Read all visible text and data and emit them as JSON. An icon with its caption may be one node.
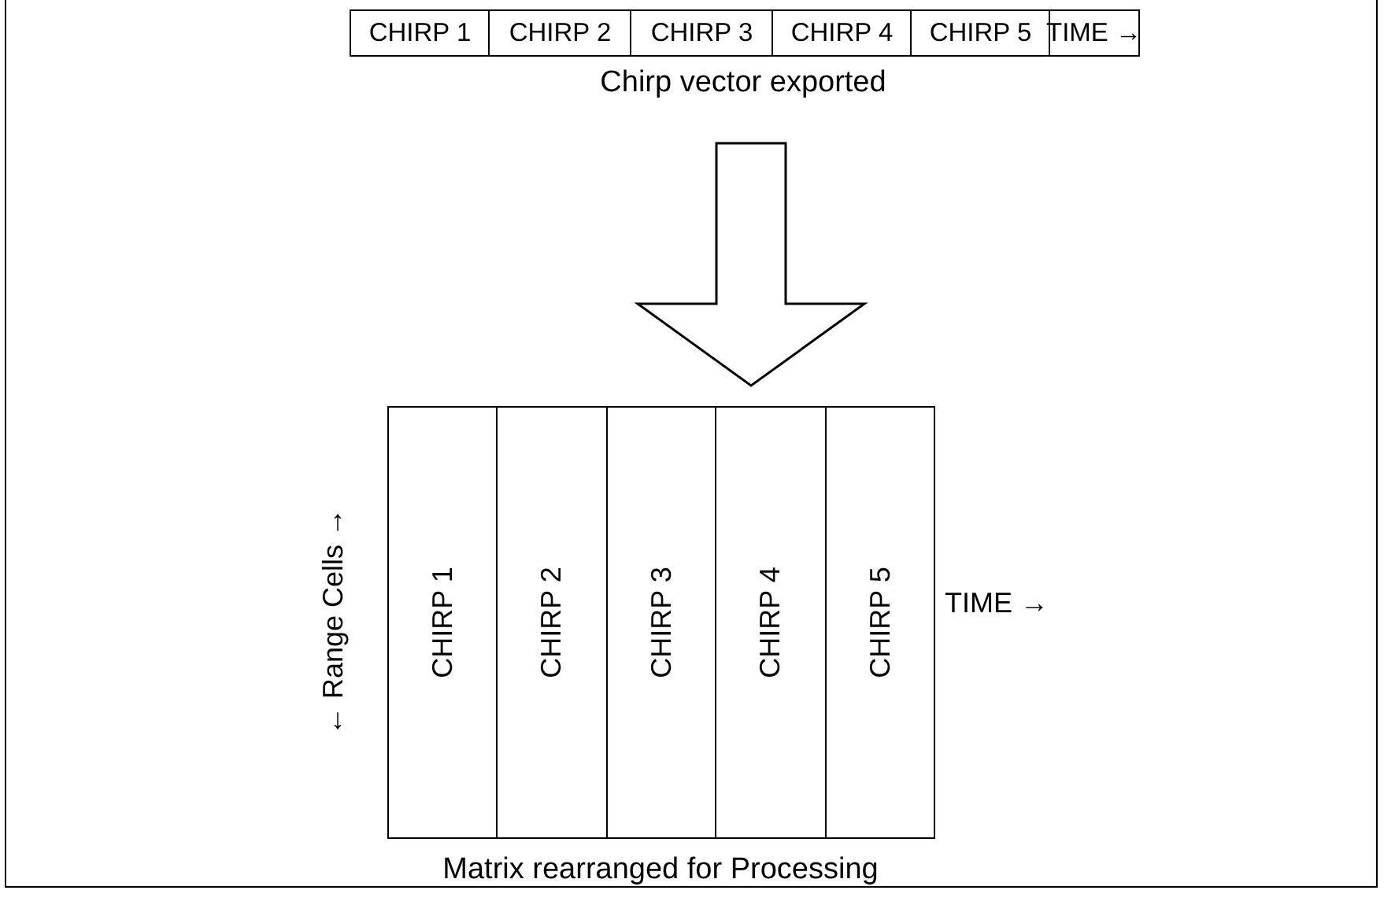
{
  "diagram": {
    "nodes": [
      {
        "text": [
          "Chirp vector exported"
        ]
      },
      {
        "text": [
          "CHIRP 1"
        ],
        "in": 0
      },
      {
        "text": [
          "CHIRP 2"
        ],
        "in": 0
      },
      {
        "text": [
          "CHIRP 3"
        ],
        "in": 0
      },
      {
        "text": [
          "CHIRP 4"
        ],
        "in": 0
      },
      {
        "text": [
          "CHIRP 5"
        ],
        "in": 0
      },
      {
        "text": [
          "TIME →"
        ],
        "in": 0
      },
      {
        "text": [
          "Matrix rearranged for Processing"
        ]
      },
      {
        "text": [
          "CHIRP 1"
        ],
        "in": 7
      },
      {
        "text": [
          "CHIRP 2"
        ],
        "in": 7
      },
      {
        "text": [
          "CHIRP 3"
        ],
        "in": 7
      },
      {
        "text": [
          "CHIRP 4"
        ],
        "in": 7
      },
      {
        "text": [
          "CHIRP 5"
        ],
        "in": 7
      }
    ],
    "edges": [
      {
        "from": 0,
        "to": 7,
        "arrow": "to"
      }
    ],
    "labels": [
      "← Range Cells →",
      "TIME →"
    ]
  }
}
